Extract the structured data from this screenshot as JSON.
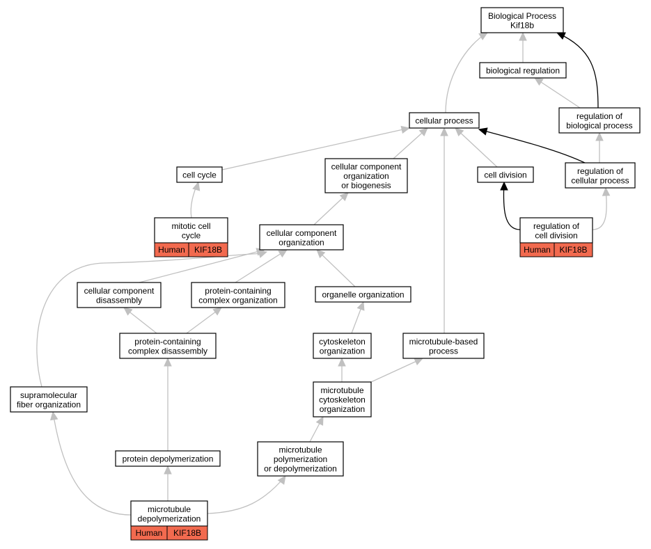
{
  "nodes": {
    "bp": {
      "lines": [
        "Biological Process",
        "Kif18b"
      ]
    },
    "bio_reg": {
      "lines": [
        "biological regulation"
      ]
    },
    "cell_proc": {
      "lines": [
        "cellular process"
      ]
    },
    "reg_bio": {
      "lines": [
        "regulation of",
        "biological process"
      ]
    },
    "cell_cycle": {
      "lines": [
        "cell cycle"
      ]
    },
    "ccob": {
      "lines": [
        "cellular component",
        "organization",
        "or biogenesis"
      ]
    },
    "cell_div": {
      "lines": [
        "cell division"
      ]
    },
    "reg_cell": {
      "lines": [
        "regulation of",
        "cellular process"
      ]
    },
    "mitotic": {
      "lines": [
        "mitotic cell",
        "cycle"
      ],
      "annotation": [
        "Human",
        "KIF18B"
      ]
    },
    "cco": {
      "lines": [
        "cellular component",
        "organization"
      ]
    },
    "reg_div": {
      "lines": [
        "regulation of",
        "cell division"
      ],
      "annotation": [
        "Human",
        "KIF18B"
      ]
    },
    "ccd": {
      "lines": [
        "cellular component",
        "disassembly"
      ]
    },
    "pco": {
      "lines": [
        "protein-containing",
        "complex organization"
      ]
    },
    "org_org": {
      "lines": [
        "organelle organization"
      ]
    },
    "pcd": {
      "lines": [
        "protein-containing",
        "complex disassembly"
      ]
    },
    "cyto_org": {
      "lines": [
        "cytoskeleton",
        "organization"
      ]
    },
    "mt_based": {
      "lines": [
        "microtubule-based",
        "process"
      ]
    },
    "supra": {
      "lines": [
        "supramolecular",
        "fiber organization"
      ]
    },
    "mt_cyto": {
      "lines": [
        "microtubule",
        "cytoskeleton",
        "organization"
      ]
    },
    "prot_depol": {
      "lines": [
        "protein depolymerization"
      ]
    },
    "mt_poly": {
      "lines": [
        "microtubule",
        "polymerization",
        "or depolymerization"
      ]
    },
    "mt_depol": {
      "lines": [
        "microtubule",
        "depolymerization"
      ],
      "annotation": [
        "Human",
        "KIF18B"
      ]
    }
  },
  "colors": {
    "annotation_fill": "#f26a4f",
    "edge_gray": "#c0c0c0",
    "edge_black": "#000000"
  }
}
